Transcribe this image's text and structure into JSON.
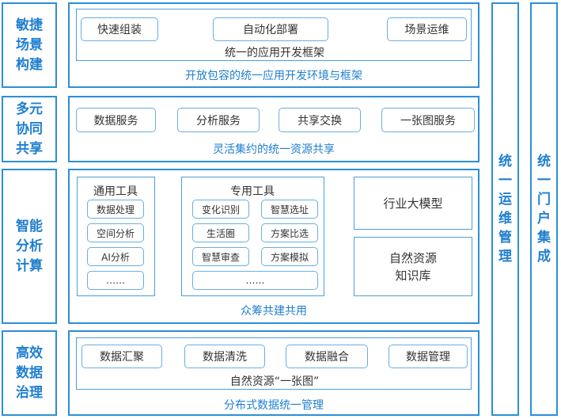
{
  "layers": {
    "l1": {
      "side": "敏捷场景构建",
      "items": [
        "快速组装",
        "自动化部署",
        "场景运维"
      ],
      "inner_caption": "统一的应用开发框架",
      "caption": "开放包容的统一应用开发环境与框架"
    },
    "l2": {
      "side": "多元协同共享",
      "items": [
        "数据服务",
        "分析服务",
        "共享交换",
        "一张图服务"
      ],
      "caption": "灵活集约的统一资源共享"
    },
    "l3": {
      "side": "智能分析计算",
      "general": {
        "title": "通用工具",
        "items": [
          "数据处理",
          "空间分析",
          "AI分析",
          "……"
        ]
      },
      "special": {
        "title": "专用工具",
        "items": [
          "变化识别",
          "智慧选址",
          "生活圈",
          "方案比选",
          "智慧审查",
          "方案模拟",
          "……"
        ]
      },
      "model": "行业大模型",
      "kb_line1": "自然资源",
      "kb_line2": "知识库",
      "caption": "众筹共建共用"
    },
    "l4": {
      "side": "高效数据治理",
      "items": [
        "数据汇聚",
        "数据清洗",
        "数据融合",
        "数据管理"
      ],
      "inner_caption": "自然资源“一张图”",
      "caption": "分布式数据统一管理"
    }
  },
  "right": {
    "ops": "统一运维管理",
    "portal": "统一门户集成"
  },
  "colors": {
    "border": "#2c8fd6",
    "accent_text": "#1f7fcf",
    "pill_border": "#6aaee3"
  }
}
